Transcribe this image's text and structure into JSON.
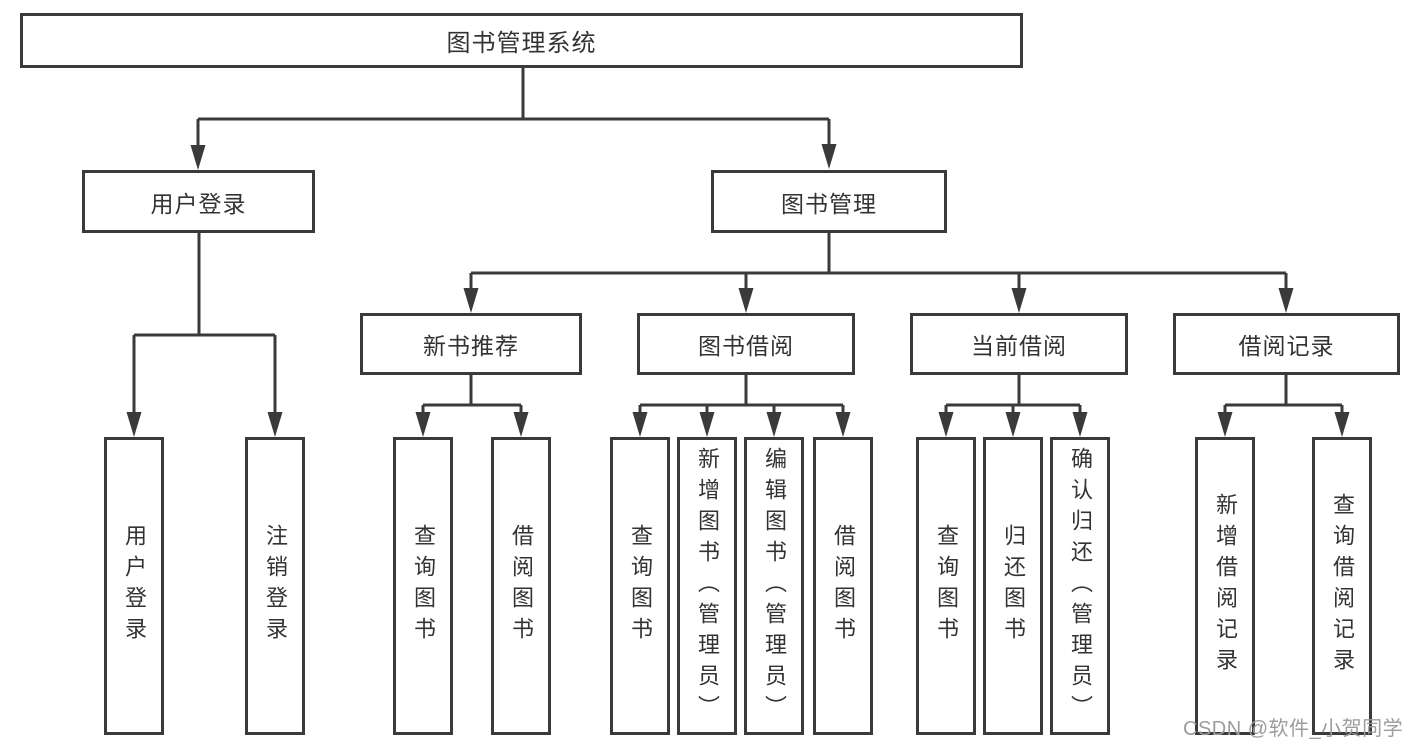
{
  "diagram": {
    "root": {
      "label": "图书管理系统"
    },
    "user_login": {
      "label": "用户登录",
      "children": {
        "login": {
          "label": "用户登录"
        },
        "logout": {
          "label": "注销登录"
        }
      }
    },
    "book_mgmt": {
      "label": "图书管理",
      "children": {
        "new_book": {
          "label": "新书推荐",
          "children": {
            "query": {
              "label": "查询图书"
            },
            "borrow": {
              "label": "借阅图书"
            }
          }
        },
        "borrow": {
          "label": "图书借阅",
          "children": {
            "query": {
              "label": "查询图书"
            },
            "add": {
              "label": "新增图书（管理员）"
            },
            "edit": {
              "label": "编辑图书（管理员）"
            },
            "borrow": {
              "label": "借阅图书"
            }
          }
        },
        "current": {
          "label": "当前借阅",
          "children": {
            "query": {
              "label": "查询图书"
            },
            "return": {
              "label": "归还图书"
            },
            "confirm": {
              "label": "确认归还（管理员）"
            }
          }
        },
        "records": {
          "label": "借阅记录",
          "children": {
            "add": {
              "label": "新增借阅记录"
            },
            "query": {
              "label": "查询借阅记录"
            }
          }
        }
      }
    }
  },
  "watermark": {
    "text": "CSDN @软件_小贺同学"
  },
  "colors": {
    "line": "#3a3a3a",
    "text": "#333333",
    "watermark": "#9c9c9c",
    "background": "#ffffff"
  }
}
